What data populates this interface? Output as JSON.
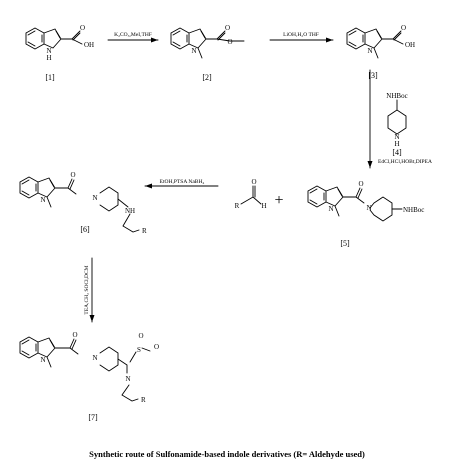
{
  "compounds": {
    "c1": {
      "label": "[1]",
      "atoms": {
        "nh": "N",
        "h": "H",
        "oh": "OH",
        "o": "O"
      }
    },
    "c2": {
      "label": "[2]",
      "atoms": {
        "n": "N",
        "o1": "O",
        "o2": "O"
      }
    },
    "c3": {
      "label": "[3]",
      "atoms": {
        "n": "N",
        "oh": "OH",
        "o": "O"
      }
    },
    "c4": {
      "label": "[4]",
      "atoms": {
        "nhboc": "NHBoc",
        "n": "N",
        "h": "H"
      }
    },
    "c5": {
      "label": "[5]",
      "atoms": {
        "n_indole": "N",
        "n_pip": "N",
        "o": "O",
        "nhboc": "NHBoc"
      }
    },
    "c6": {
      "label": "[6]",
      "atoms": {
        "n_indole": "N",
        "n_pip": "N",
        "o": "O",
        "nh": "NH",
        "r": "R"
      }
    },
    "c7": {
      "label": "[7]",
      "atoms": {
        "n_indole": "N",
        "n_pip": "N",
        "o": "O",
        "n_sulf": "N",
        "s": "S",
        "o_s1": "O",
        "o_s2": "O",
        "r": "R"
      }
    },
    "aldehyde": {
      "atoms": {
        "r": "R",
        "h": "H",
        "o": "O"
      }
    }
  },
  "reagents": {
    "step1": "K₂CO₃,MeI,THF",
    "step2": "LiOH,H₂O THF",
    "step3": "EdCl,HCl,HOBt,DIPEA",
    "step4": "EtOH,PTSA NaBH₄",
    "step5": "TEA,CH₂ SOCl,DCM"
  },
  "plus": "+",
  "caption": "Synthetic route of Sulfonamide-based indole derivatives (R= Aldehyde used)"
}
